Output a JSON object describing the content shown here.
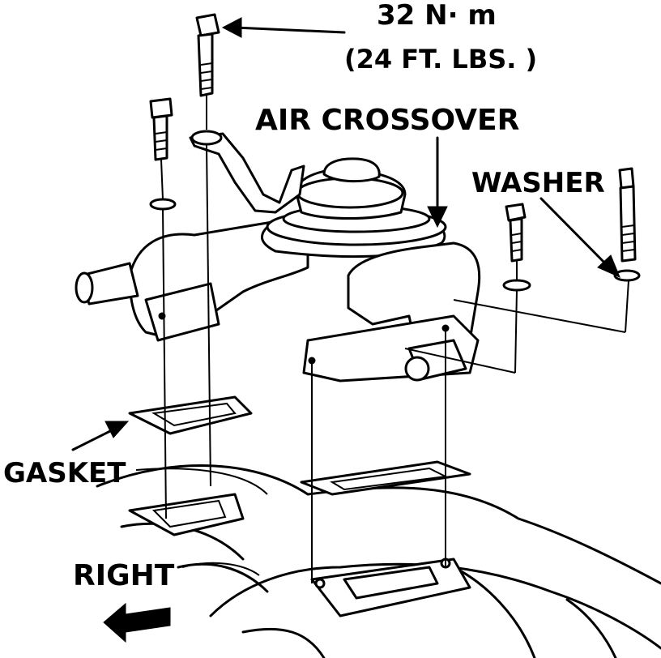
{
  "labels": {
    "torque_nm": "32 N· m",
    "torque_ftlbs": "(24 FT. LBS. )",
    "air_crossover": "AIR CROSSOVER",
    "washer": "WASHER",
    "gasket": "GASKET",
    "right": "RIGHT"
  },
  "colors": {
    "ink": "#000000",
    "paper": "#ffffff"
  }
}
